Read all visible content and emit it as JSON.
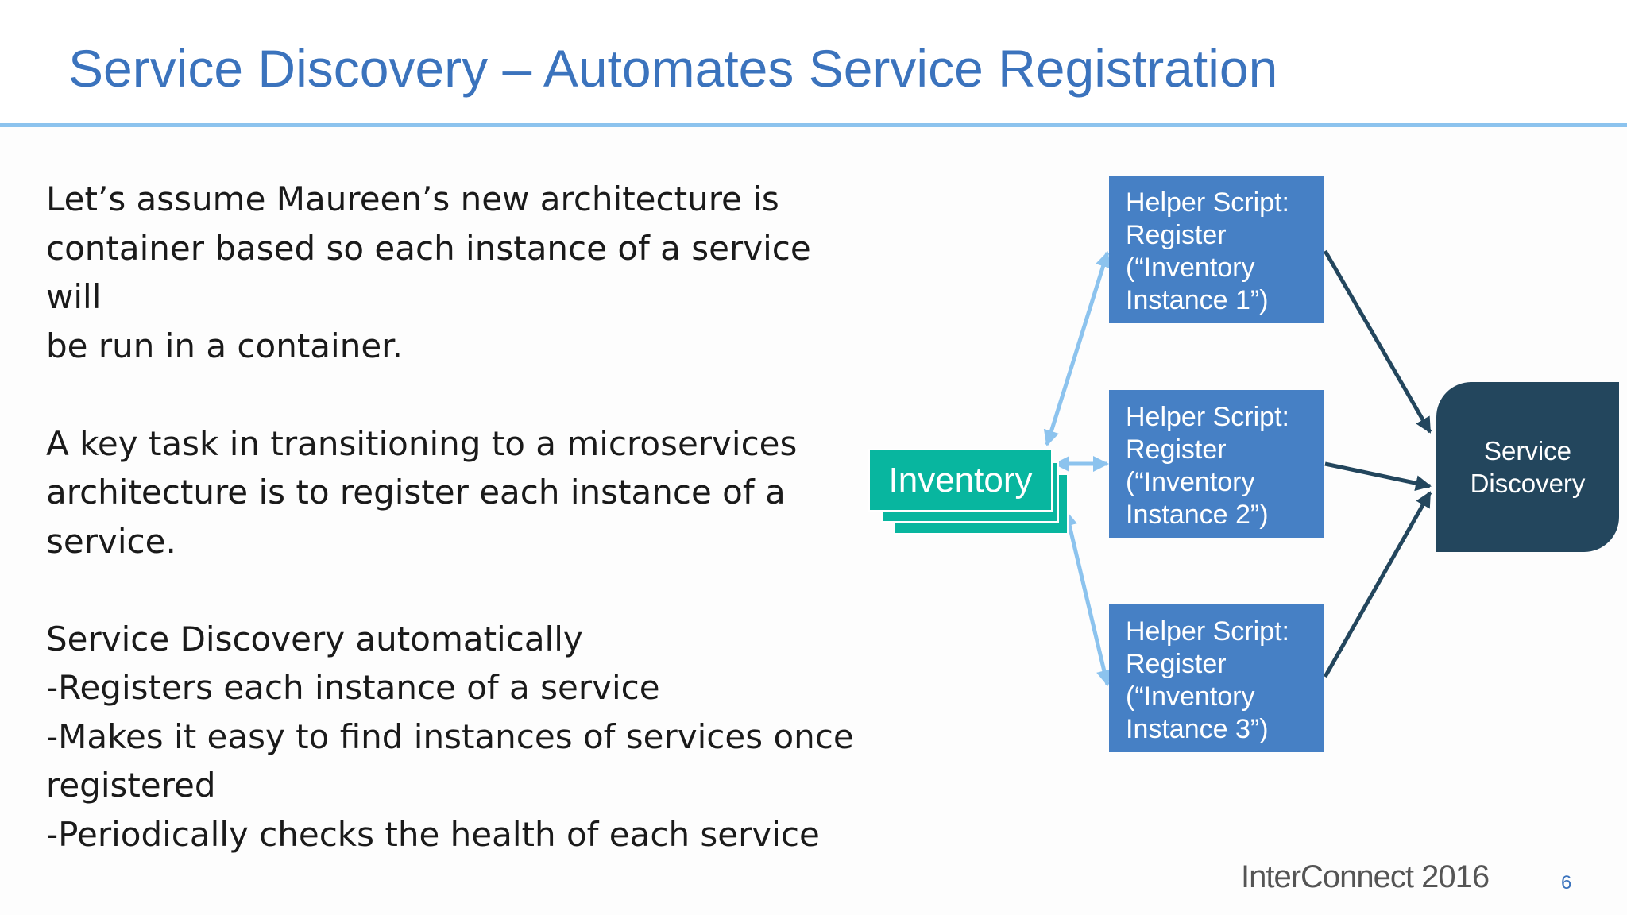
{
  "slide": {
    "title": "Service Discovery – Automates Service Registration",
    "paragraphs": [
      [
        "Let’s assume Maureen’s new architecture is",
        "container based so each instance of a service will",
        "be run in a container."
      ],
      [
        "A key task in transitioning to a microservices",
        "architecture is to register each instance of a",
        "service."
      ],
      [
        "Service Discovery automatically",
        "-Registers each instance of a service",
        "-Makes it easy to find instances of services once",
        "registered",
        "-Periodically checks the health of each service"
      ]
    ],
    "footer": "InterConnect 2016",
    "page_number": "6"
  },
  "diagram": {
    "inventory_label": "Inventory",
    "helpers": [
      [
        "Helper Script:",
        "Register",
        "(“Inventory",
        "Instance 1”)"
      ],
      [
        "Helper Script:",
        "Register",
        "(“Inventory",
        "Instance 2”)"
      ],
      [
        "Helper Script:",
        "Register",
        "(“Inventory",
        "Instance 3”)"
      ]
    ],
    "service_discovery": [
      "Service",
      "Discovery"
    ],
    "colors": {
      "title": "#3b73bd",
      "helper_box": "#4680c5",
      "service_discovery_box": "#23465d",
      "inventory_box": "#08b69f",
      "light_arrow": "#8cc3ee",
      "dark_arrow": "#23465d"
    }
  }
}
